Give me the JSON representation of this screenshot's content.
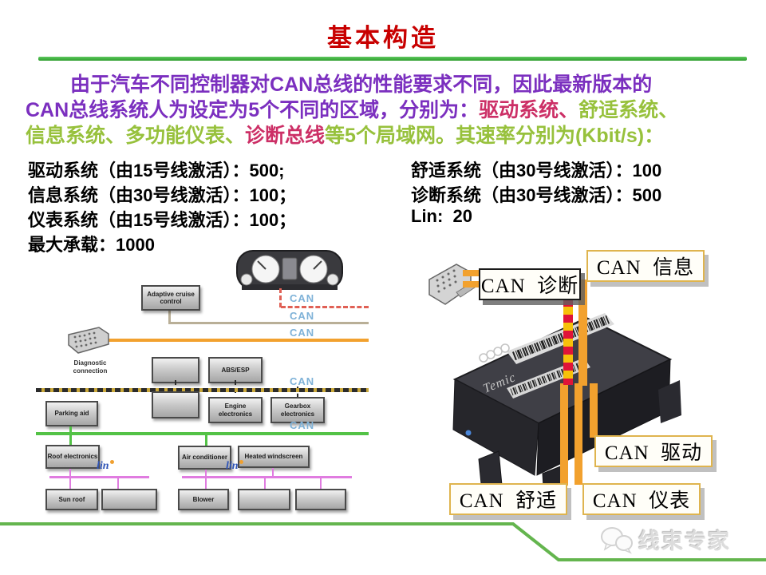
{
  "title": "基本构造",
  "intro": {
    "l1a": "由于汽车不同控制器对",
    "l1b": "CAN",
    "l1c": "总线的性能要求不同，因此最新版本的",
    "l2a": "CAN",
    "l2b": "总线系统人为设定为",
    "l2c": "5",
    "l2d": "个不同的区域，分别为：",
    "l2e": "驱动系统、",
    "l2f": "舒适系统、",
    "l3a": "信息系统、多功能仪表、",
    "l3b": "诊断总线",
    "l3c": "等",
    "l3d": "5",
    "l3e": "个局域网。其速率分别为",
    "l3f": "(Kbit/s)："
  },
  "specs": {
    "r1l": "驱动系统（由15号线激活）：500;",
    "r1r": "舒适系统（由30号线激活）：100",
    "r2l": "信息系统（由30号线激活）：100；",
    "r2r": "诊断系统（由30号线激活）：500",
    "r3l": "仪表系统（由15号线激活）：100；",
    "r3r": "Lin:  20",
    "r4l": "最大承载：1000"
  },
  "diagram": {
    "bus_label": "CAN",
    "lin_label": "lin",
    "boxes": {
      "adaptive": "Adaptive cruise control",
      "diagnostic": "Diagnostic connection",
      "abs": "ABS/ESP",
      "engine": "Engine electronics",
      "gearbox": "Gearbox electronics",
      "parking": "Parking aid",
      "roof": "Roof electronics",
      "aircon": "Air conditioner",
      "heated": "Heated windscreen",
      "sunroof": "Sun roof",
      "blower": "Blower"
    }
  },
  "gateway": {
    "brand": "Temic",
    "labels": {
      "diag": "CAN  诊断",
      "info": "CAN  信息",
      "drive": "CAN  驱动",
      "comfort": "CAN  舒适",
      "meter": "CAN  仪表"
    }
  },
  "watermark": "线束专家",
  "colors": {
    "title_red": "#c80000",
    "purple": "#7b2fbf",
    "crimson": "#cc2f66",
    "green_text": "#97c13c",
    "rule_green": "#3cb83c",
    "can_blue": "#7fb2d8",
    "orange_line": "#f2a12e",
    "comfort_green_line": "#53c246",
    "lin_pink": "#e07ce0",
    "diag_red": "#e01438",
    "diag_yellow": "#f6c10a"
  }
}
